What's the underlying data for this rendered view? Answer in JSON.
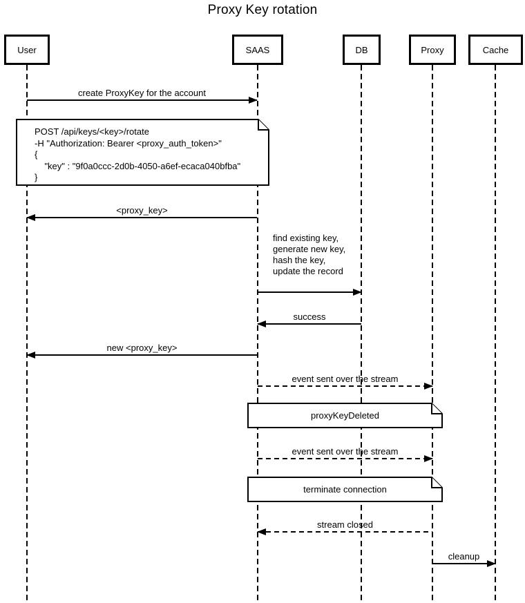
{
  "title": "Proxy Key rotation",
  "colors": {
    "line": "#000000",
    "background": "#ffffff"
  },
  "actors": [
    {
      "label": "User"
    },
    {
      "label": "SAAS"
    },
    {
      "label": "DB"
    },
    {
      "label": "Proxy"
    },
    {
      "label": "Cache"
    }
  ],
  "messages": [
    {
      "label": "create ProxyKey for the account",
      "from": "User",
      "to": "SAAS",
      "style": "solid"
    },
    {
      "label": "<proxy_key>",
      "from": "SAAS",
      "to": "User",
      "style": "solid"
    },
    {
      "label": "find existing key,\ngenerate new key,\nhash the key,\nupdate the record",
      "from": "SAAS",
      "to": "DB",
      "style": "solid"
    },
    {
      "label": "success",
      "from": "DB",
      "to": "SAAS",
      "style": "solid"
    },
    {
      "label": "new <proxy_key>",
      "from": "SAAS",
      "to": "User",
      "style": "solid"
    },
    {
      "label": "event sent over the stream",
      "from": "SAAS",
      "to": "Proxy",
      "style": "dashed"
    },
    {
      "label": "event sent over the stream",
      "from": "SAAS",
      "to": "Proxy",
      "style": "dashed"
    },
    {
      "label": "stream closed",
      "from": "Proxy",
      "to": "SAAS",
      "style": "dashed"
    },
    {
      "label": "cleanup",
      "from": "Proxy",
      "to": "Cache",
      "style": "solid"
    }
  ],
  "notes": [
    {
      "text": "POST /api/keys/<key>/rotate\n-H \"Authorization: Bearer <proxy_auth_token>\"\n{\n    \"key\" : \"9f0a0ccc-2d0b-4050-a6ef-ecaca040bfba\"\n}",
      "over": "User,SAAS"
    },
    {
      "text": "proxyKeyDeleted",
      "over": "SAAS,Proxy"
    },
    {
      "text": "terminate connection",
      "over": "SAAS,Proxy"
    }
  ]
}
